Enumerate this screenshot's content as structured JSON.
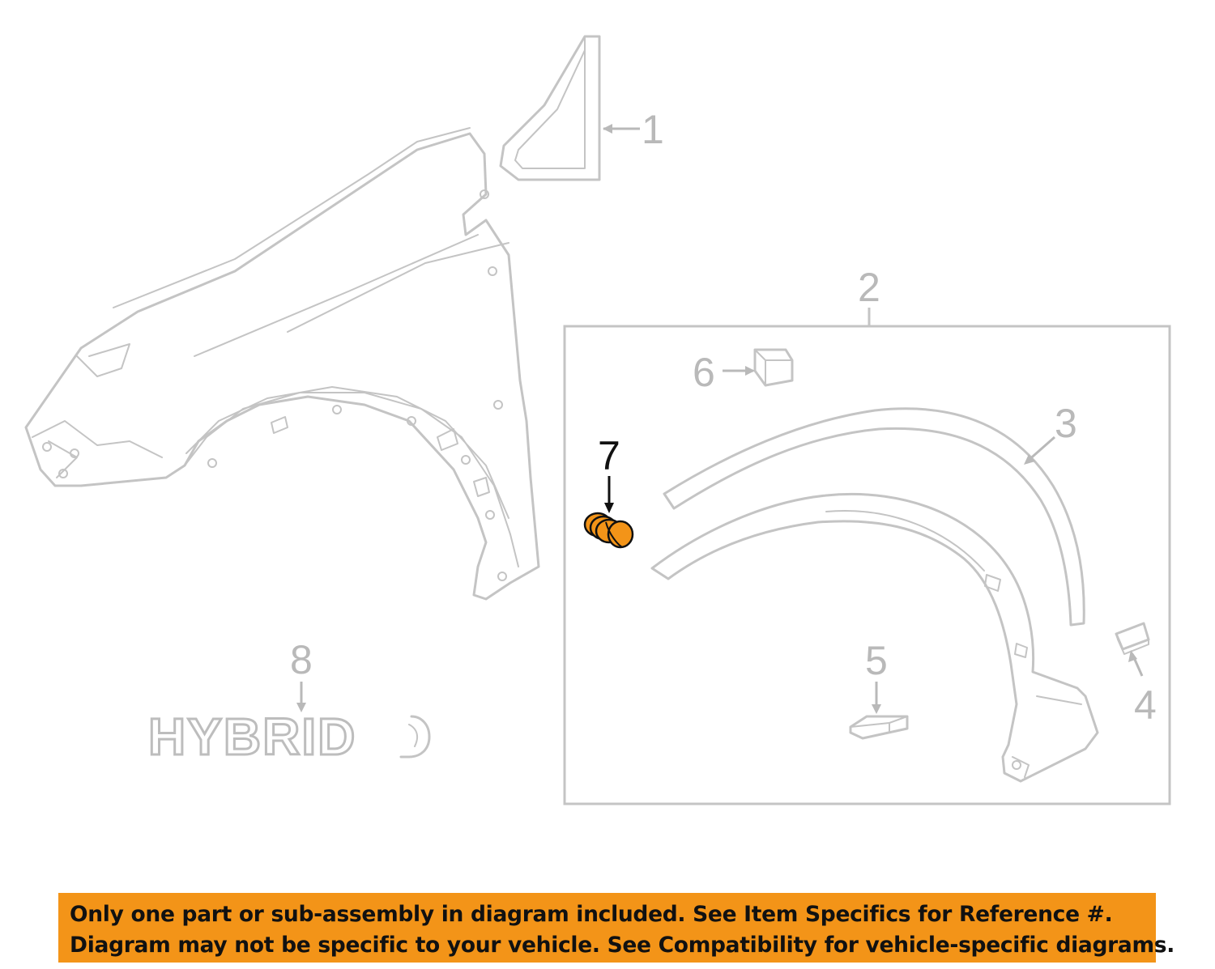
{
  "callouts": {
    "c1": "1",
    "c2": "2",
    "c3": "3",
    "c4": "4",
    "c5": "5",
    "c6": "6",
    "c7": "7",
    "c8": "8"
  },
  "badge_text": "HYBRID",
  "highlight_color": "#f39418",
  "callout_color": "#b9b9b9",
  "notice": {
    "line1": "Only one part or sub-assembly in diagram included. See Item Specifics for Reference #.",
    "line2": "Diagram may not be specific to your vehicle. See Compatibility for vehicle-specific diagrams."
  }
}
